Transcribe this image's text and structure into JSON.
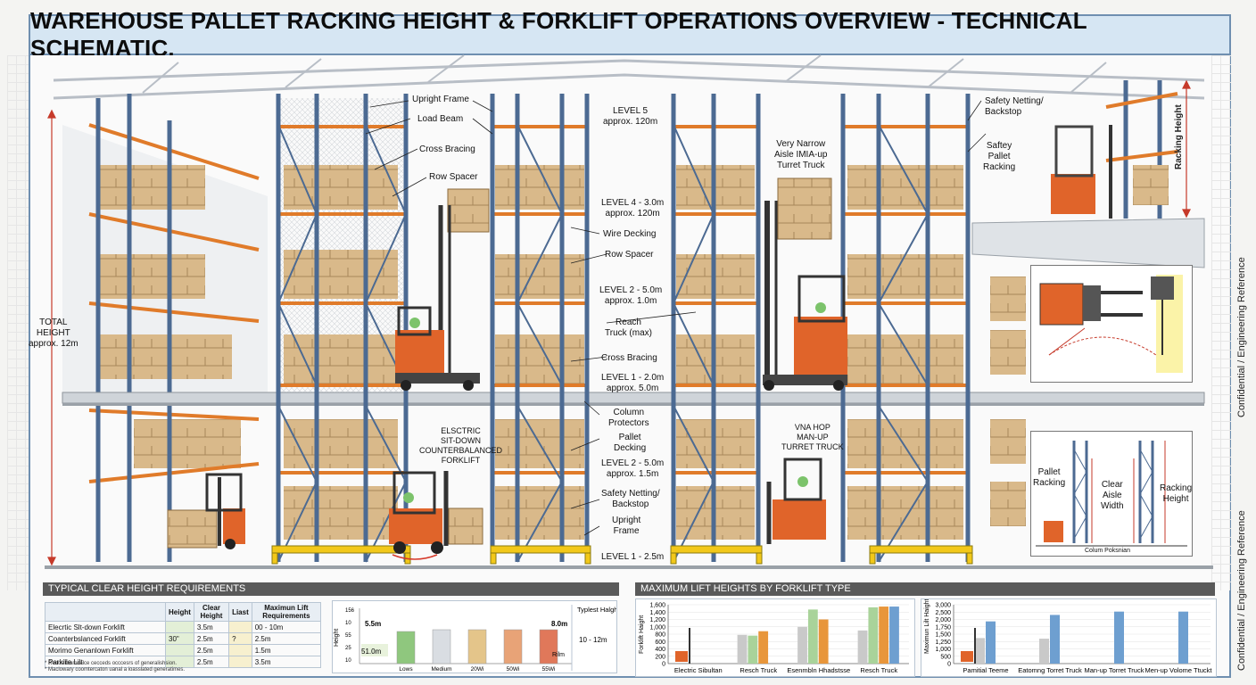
{
  "title": "WAREHOUSE PALLET RACKING HEIGHT & FORKLIFT OPERATIONS OVERVIEW - TECHNICAL SCHEMATIC.",
  "side_label_top": "Confidential / Engineering Reference",
  "side_label_bottom": "Confidential / Engineering Reference",
  "total_height": {
    "line1": "TOTAL",
    "line2": "HEIGHT",
    "line3": "approx. 12m"
  },
  "racking_height_top": "Racking Height",
  "callouts": {
    "upright_frame": "Upright Frame",
    "load_beam": "Load Beam",
    "cross_bracing": "Cross Bracing",
    "row_spacer": "Row Spacer",
    "level5": "LEVEL 5",
    "level5_sub": "approx. 120m",
    "level4": "LEVEL 4 - 3.0m",
    "level4_sub": "approx. 120m",
    "wire_decking": "Wire Decking",
    "row_spacer2": "Row Spacer",
    "level2a": "LEVEL 2 - 5.0m",
    "level2a_sub": "approx. 1.0m",
    "reach_truck_1": "Reach",
    "reach_truck_2": "Truck (max)",
    "cross_bracing2": "Cross Bracing",
    "level1a": "LEVEL 1 - 2.0m",
    "level1a_sub": "approx. 5.0m",
    "column_protectors_1": "Column",
    "column_protectors_2": "Protectors",
    "pallet_decking_1": "Pallet",
    "pallet_decking_2": "Decking",
    "level2b": "LEVEL 2 - 5.0m",
    "level2b_sub": "approx. 1.5m",
    "safety_netting_1": "Safety Netting/",
    "safety_netting_2": "Backstop",
    "upright_frame2_1": "Upright",
    "upright_frame2_2": "Frame",
    "level1b": "LEVEL 1 - 2.5m",
    "vna_1": "Very Narrow",
    "vna_2": "Aisle IMIA-up",
    "vna_3": "Turret Truck",
    "safety_netting_top_1": "Safety Netting/",
    "safety_netting_top_2": "Backstop",
    "safety_pallet_1": "Saftey",
    "safety_pallet_2": "Pallet",
    "safety_pallet_3": "Racking",
    "electric_1": "ELSCTRIC",
    "electric_2": "SIT-DOWN",
    "electric_3": "COUNTERBALANCED",
    "electric_4": "FORKLIFT",
    "vna_hop_1": "VNA HOP",
    "vna_hop_2": "MAN-UP",
    "vna_hop_3": "TURRET TRUCK"
  },
  "aisle_inset": {
    "pallet_racking_1": "Pallet",
    "pallet_racking_2": "Racking",
    "clear_aisle_1": "Clear",
    "clear_aisle_2": "Aisle",
    "clear_aisle_3": "Width",
    "racking_height_1": "Racking",
    "racking_height_2": "Height",
    "column": "Colum Poksnian"
  },
  "clear_height_panel": {
    "heading": "TYPICAL CLEAR HEIGHT REQUIREMENTS",
    "columns": [
      "",
      "Height",
      "Clear Height",
      "Liast",
      "Maximun Lift Requirements"
    ],
    "rows": [
      [
        "Elecrtic Slt-down Forklift",
        "",
        "3.5m",
        "",
        "00 - 10m"
      ],
      [
        "Coanterbslanced Forklift",
        "30\"",
        "2.5m",
        "?",
        "2.5m"
      ],
      [
        "Morimo Genanlown Forklift",
        "",
        "2.5m",
        "",
        "1.5m"
      ],
      [
        "Parkille Lilt",
        "",
        "2.5m",
        "",
        "3.5m"
      ]
    ],
    "notes": [
      "* Redos toamcelce cecceds occcesrs of generalishsion.",
      "* Maclowary coomtercaton uanal a ioasslated generatimes."
    ]
  },
  "mini_chart": {
    "y_label": "Height",
    "y_ticks": [
      "156",
      "10",
      "55",
      "25",
      "10"
    ],
    "marker_left": "5.5m",
    "marker_right": "8.0m",
    "base_label": "51.0m",
    "right_label": "Rilm",
    "categories": [
      "Lows",
      "Medium",
      "20Wi",
      "50Wi",
      "55Wi"
    ],
    "side_head": "Typlest Halght",
    "side_value": "10 - 12m",
    "colors": [
      "#8fc77e",
      "#d9dde2",
      "#e4c58a",
      "#e8a377",
      "#e0785a"
    ]
  },
  "chart_data": [
    {
      "type": "bar",
      "title": "MAXIMUM LIFT HEIGHTS BY FORKLIFT TYPE",
      "ylabel": "Forklift Haight",
      "ylim": [
        0,
        1600
      ],
      "y_ticks": [
        "1,600",
        "1,400",
        "1,200",
        "1,000",
        "800",
        "600",
        "400",
        "200",
        "0"
      ],
      "categories": [
        "Electric Sibultan",
        "Resch Truck",
        "Esenmbln Hhadstsse",
        "Resch Truck"
      ],
      "series": [
        {
          "values": [
            0,
            780,
            1000,
            900
          ],
          "color": "#c9c9c9"
        },
        {
          "values": [
            0,
            760,
            1470,
            1530
          ],
          "color": "#a9d39a"
        },
        {
          "values": [
            0,
            880,
            1200,
            1550
          ],
          "color": "#e8963b"
        },
        {
          "values": [
            0,
            0,
            0,
            1550
          ],
          "color": "#6e9fd0"
        }
      ]
    },
    {
      "type": "bar",
      "ylabel": "Maximun Lilt Haight",
      "ylim": [
        0,
        3000
      ],
      "y_ticks": [
        "3,000",
        "2,500",
        "2,000",
        "1,750",
        "1,500",
        "1,250",
        "1,000",
        "500",
        "0"
      ],
      "categories": [
        "Pamitial Teeme",
        "Eatomng Torret Truck",
        "Man-up Torret Truck",
        "Men-up Volome Ttuckt"
      ],
      "series": [
        {
          "values": [
            1300,
            1270,
            0,
            0
          ],
          "color": "#c9c9c9"
        },
        {
          "values": [
            2150,
            2480,
            2650,
            2650
          ],
          "color": "#6e9fd0"
        }
      ]
    }
  ]
}
